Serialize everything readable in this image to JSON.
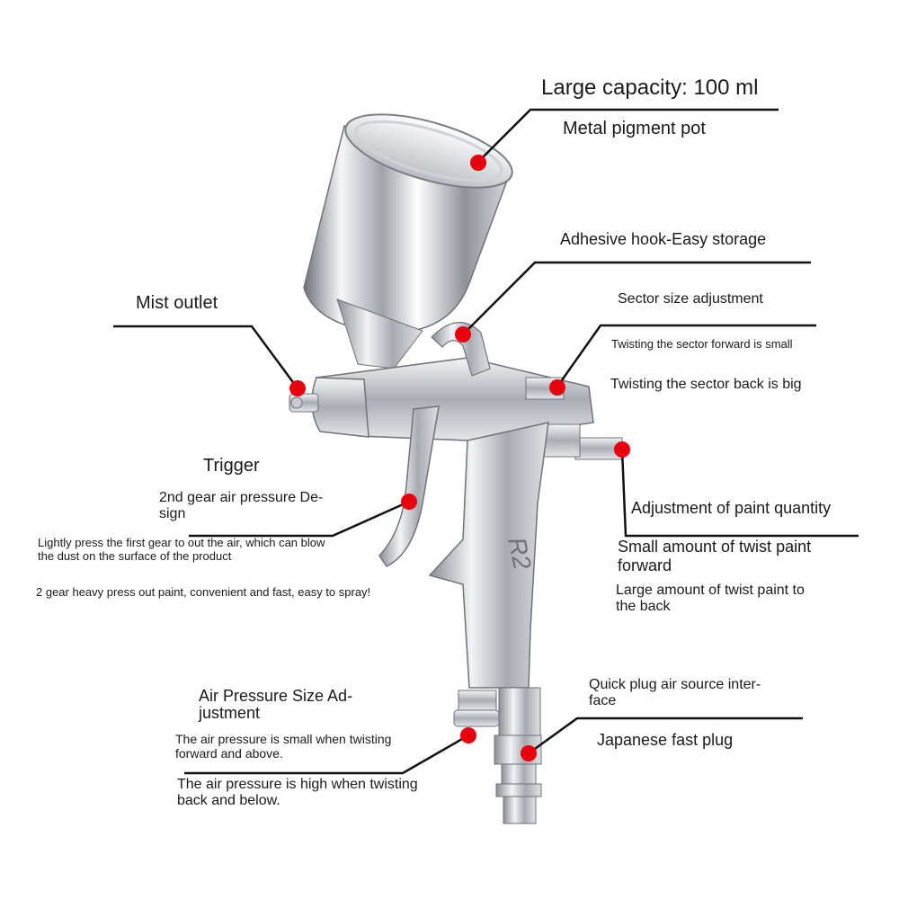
{
  "colors": {
    "marker": "#e8000f",
    "line": "#111111",
    "metal_light": "#f4f5f7",
    "metal_dark": "#7b7f86"
  },
  "gun": {
    "model_mark": "R2"
  },
  "labels": {
    "capacity": "Large capacity: 100 ml",
    "pot": "Metal pigment pot",
    "hook": "Adhesive hook-Easy storage",
    "sector_title": "Sector size adjustment",
    "sector_forward": "Twisting the sector forward is small",
    "sector_back": "Twisting the sector back is big",
    "mist": "Mist outlet",
    "trigger": "Trigger",
    "trigger_gear": "2nd gear air pressure De-\nsign",
    "trigger_light": "Lightly press the first gear to out the air, which can blow\nthe dust on the surface of the product",
    "trigger_heavy": "2 gear heavy press out paint, convenient and fast, easy to spray!",
    "paint_title": "Adjustment of paint quantity",
    "paint_small": "Small amount of twist paint\nforward",
    "paint_large": "Large amount of twist paint to\nthe back",
    "air_title": "Air Pressure Size Ad-\njustment",
    "air_small": "The air pressure is small when twisting\nforward and above.",
    "air_high": "The air pressure is high when twisting\nback and below.",
    "plug_title": "Quick plug air source inter-\nface",
    "plug_type": "Japanese fast plug"
  }
}
